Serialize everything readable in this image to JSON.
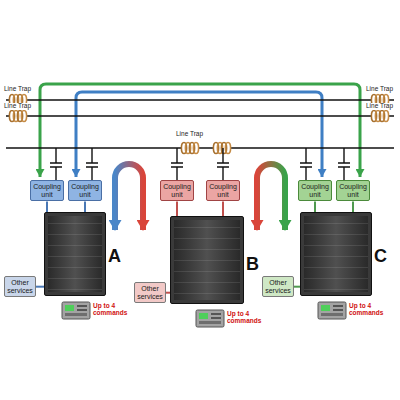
{
  "diagram": {
    "nodes": [
      {
        "text": [
          "Coupling unit"
        ]
      },
      {
        "text": [
          "Coupling unit"
        ]
      },
      {
        "text": [
          "A"
        ]
      },
      {
        "text": [
          "Other services"
        ]
      },
      {
        "text": [
          "Coupling unit"
        ]
      },
      {
        "text": [
          "Coupling unit"
        ]
      },
      {
        "text": [
          "B"
        ]
      },
      {
        "text": [
          "Other services"
        ]
      },
      {
        "text": [
          "Coupling unit"
        ]
      },
      {
        "text": [
          "Coupling unit"
        ]
      },
      {
        "text": [
          "C"
        ]
      },
      {
        "text": [
          "Other services"
        ]
      }
    ],
    "edges": [
      {
        "from": 0,
        "to": 2,
        "arrow": "none"
      },
      {
        "from": 1,
        "to": 2,
        "arrow": "none"
      },
      {
        "from": 3,
        "to": 2,
        "arrow": "none"
      },
      {
        "from": 4,
        "to": 6,
        "arrow": "none"
      },
      {
        "from": 5,
        "to": 6,
        "arrow": "none"
      },
      {
        "from": 7,
        "to": 6,
        "arrow": "none"
      },
      {
        "from": 8,
        "to": 10,
        "arrow": "none"
      },
      {
        "from": 9,
        "to": 10,
        "arrow": "none"
      },
      {
        "from": 11,
        "to": 10,
        "arrow": "none"
      }
    ],
    "labels": [
      "Line Trap",
      "Line Trap",
      "Line Trap",
      "Line Trap",
      "Line Trap",
      "Up to 4 commands",
      "Up to 4 commands",
      "Up to 4 commands"
    ]
  }
}
